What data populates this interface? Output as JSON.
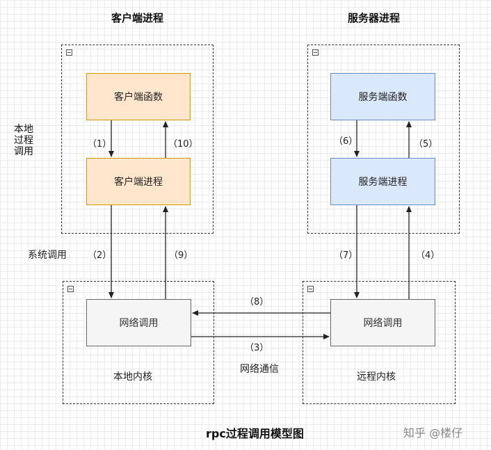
{
  "headings": {
    "client_process": "客户端进程",
    "server_process": "服务器进程"
  },
  "nodes": {
    "client_function": "客户端函数",
    "client_stub": "客户端进程",
    "server_function": "服务端函数",
    "server_stub": "服务端进程",
    "local_network": "网络调用",
    "remote_network": "网络调用"
  },
  "groups": {
    "local_kernel": "本地内核",
    "remote_kernel": "远程内核"
  },
  "side_labels": {
    "local_call": "本地\n过程\n调用",
    "system_call": "系统调用",
    "network_comm": "网络通信"
  },
  "steps": {
    "s1": "（1）",
    "s2": "（2）",
    "s3": "（3）",
    "s4": "（4）",
    "s5": "（5）",
    "s6": "（6）",
    "s7": "（7）",
    "s8": "（8）",
    "s9": "（9）",
    "s10": "（10）"
  },
  "caption": "rpc过程调用模型图",
  "watermark": "知乎 @楼仔",
  "colors": {
    "orange_fill": "#ffe6cc",
    "orange_stroke": "#d79b00",
    "blue_fill": "#dae8fc",
    "blue_stroke": "#6c8ebf",
    "gray_fill": "#f5f5f5",
    "gray_stroke": "#666666"
  }
}
